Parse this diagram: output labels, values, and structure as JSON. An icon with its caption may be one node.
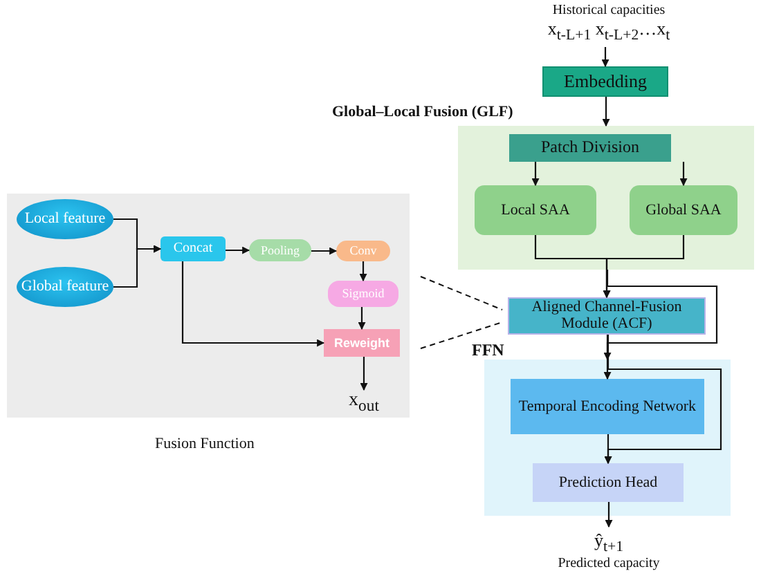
{
  "diagram": {
    "nodes": [
      {
        "text": [
          "Historical capacities",
          "x$_{t-L+1}$ x$_{t-L+2}$…x$_{t}$"
        ]
      },
      {
        "text": [
          "Embedding"
        ]
      },
      {
        "text": [],
        "shape": "box"
      },
      {
        "text": [
          "Patch Division"
        ],
        "in": 2
      },
      {
        "text": [
          "Local SAA"
        ],
        "in": 2
      },
      {
        "text": [
          "Global SAA"
        ],
        "in": 2
      },
      {
        "text": [
          "Aligned Channel-Fusion Module (ACF)"
        ]
      },
      {
        "text": [],
        "shape": "box"
      },
      {
        "text": [
          "Temporal Encoding Network"
        ],
        "in": 7
      },
      {
        "text": [
          "Prediction Head"
        ],
        "in": 7
      },
      {
        "text": [
          "ŷ$_{t+1}$",
          "Predicted capacity"
        ]
      },
      {
        "text": [],
        "shape": "box"
      },
      {
        "text": [
          "Local feature"
        ],
        "in": 11
      },
      {
        "text": [
          "Global feature"
        ],
        "in": 11
      },
      {
        "text": [
          "Concat"
        ],
        "in": 11
      },
      {
        "text": [
          "Pooling"
        ],
        "in": 11
      },
      {
        "text": [
          "Conv"
        ],
        "in": 11
      },
      {
        "text": [
          "Sigmoid"
        ],
        "in": 11
      },
      {
        "text": [
          "Reweight"
        ],
        "in": 11
      },
      {
        "text": [
          "x$_{out}$"
        ],
        "in": 11
      }
    ],
    "edges": [
      {
        "from": 0,
        "to": 1,
        "arrow": "to"
      },
      {
        "from": 1,
        "to": 2,
        "arrow": "to"
      },
      {
        "from": 3,
        "to": 4,
        "arrow": "to"
      },
      {
        "from": 3,
        "to": 5,
        "arrow": "to"
      },
      {
        "from": 4,
        "to": 6,
        "arrow": "to"
      },
      {
        "from": 5,
        "to": 6,
        "arrow": "to"
      },
      {
        "from": 2,
        "to": 7,
        "arrow": "to"
      },
      {
        "from": 12,
        "to": 14,
        "arrow": "to"
      },
      {
        "from": 13,
        "to": 14,
        "arrow": "to"
      },
      {
        "from": 14,
        "to": 15,
        "arrow": "to"
      },
      {
        "from": 15,
        "to": 16,
        "arrow": "to"
      },
      {
        "from": 16,
        "to": 17,
        "arrow": "to"
      },
      {
        "from": 17,
        "to": 18,
        "arrow": "to"
      },
      {
        "from": 14,
        "to": 18,
        "arrow": "to"
      },
      {
        "from": 18,
        "to": 19,
        "arrow": "to"
      },
      {
        "from": 11,
        "to": 6,
        "arrow": "none",
        "style": "dashed"
      },
      {
        "from": 11,
        "to": 6,
        "arrow": "none",
        "style": "dashed"
      },
      {
        "from": 6,
        "to": 8,
        "arrow": "to"
      },
      {
        "from": 6,
        "to": 9,
        "arrow": "to"
      },
      {
        "from": 8,
        "to": 9,
        "arrow": "to"
      },
      {
        "from": 9,
        "to": 10,
        "arrow": "to"
      }
    ],
    "labels": [
      "Global–Local Fusion (GLF)",
      "FFN",
      "Fusion Function"
    ]
  }
}
